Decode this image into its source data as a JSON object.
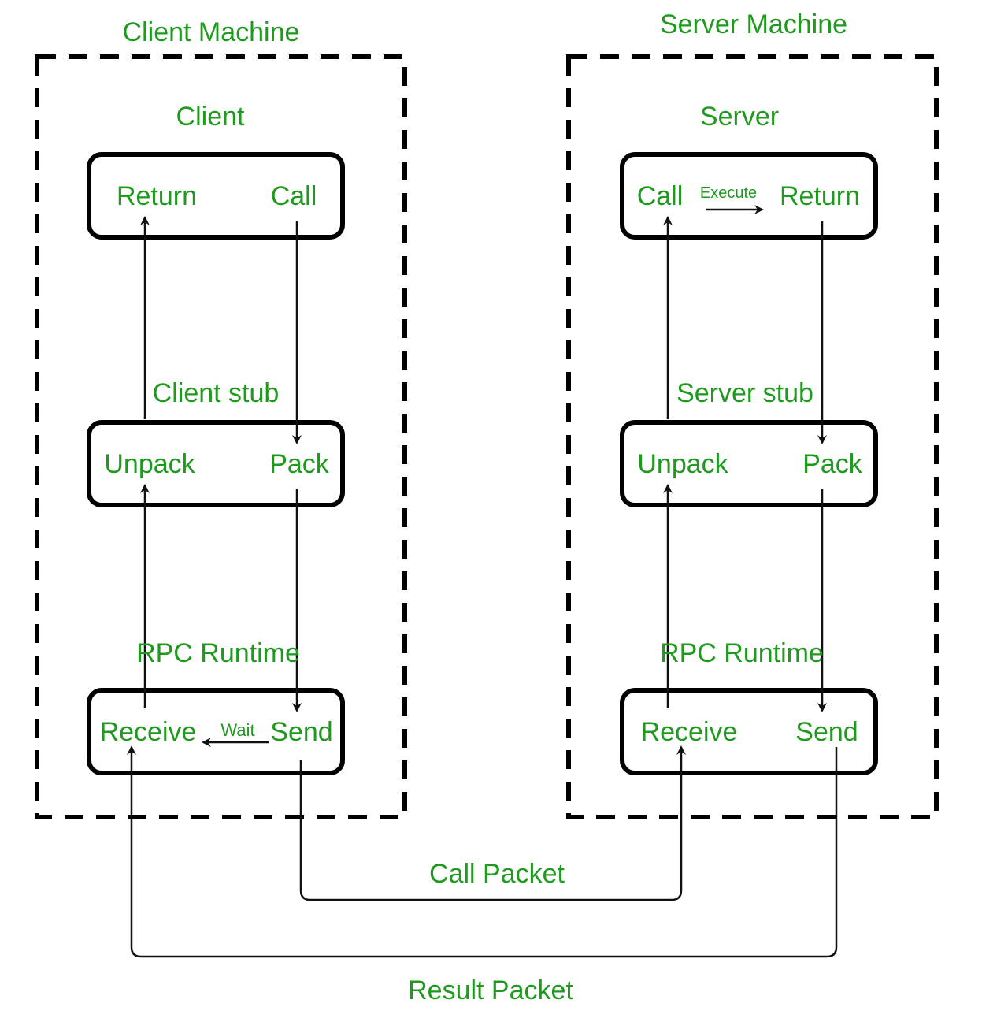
{
  "client_machine": {
    "title": "Client Machine",
    "client": {
      "title": "Client",
      "left": "Return",
      "right": "Call"
    },
    "stub": {
      "title": "Client stub",
      "left": "Unpack",
      "right": "Pack"
    },
    "runtime": {
      "title": "RPC Runtime",
      "left": "Receive",
      "right": "Send",
      "mid": "Wait"
    }
  },
  "server_machine": {
    "title": "Server Machine",
    "server": {
      "title": "Server",
      "left": "Call",
      "right": "Return",
      "mid": "Execute"
    },
    "stub": {
      "title": "Server stub",
      "left": "Unpack",
      "right": "Pack"
    },
    "runtime": {
      "title": "RPC Runtime",
      "left": "Receive",
      "right": "Send"
    }
  },
  "network": {
    "call_packet": "Call Packet",
    "result_packet": "Result Packet"
  },
  "colors": {
    "label": "#1f9a1f",
    "line": "#000000"
  }
}
